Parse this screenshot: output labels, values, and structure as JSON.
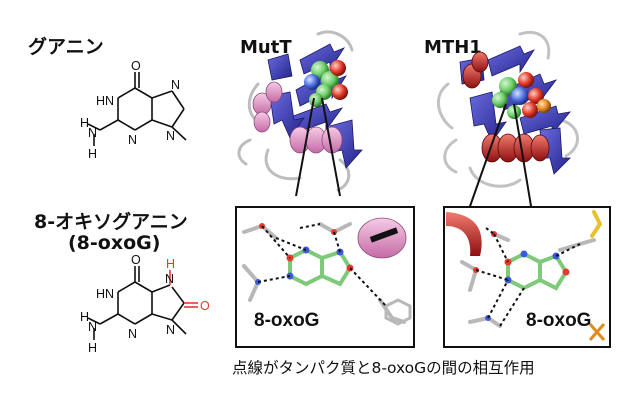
{
  "labels": {
    "guanine": "グアニン",
    "oxog_name": "8-オキソグアニン",
    "oxog_abbr": "(8-oxoG)",
    "mutt": "MutT",
    "mth1": "MTH1",
    "caption": "点線がタンパク質と8-oxoGの間の相互作用"
  },
  "atoms": {
    "O": "O",
    "N": "N",
    "H": "H",
    "NH": "NH",
    "HN": "HN"
  },
  "insets": {
    "left_label": "8-oxoG",
    "right_label": "8-oxoG"
  },
  "colors": {
    "mutt_helix": "#e8a6cf",
    "mutt_sheet": "#3c3cae",
    "mth1_helix": "#d42424",
    "mth1_sheet": "#3b3ca8",
    "ligand_carbon": "#7ec97a",
    "oxygen": "#e53b2c",
    "nitrogen": "#3b5bd6",
    "oxo_highlight": "#e53b2c"
  }
}
